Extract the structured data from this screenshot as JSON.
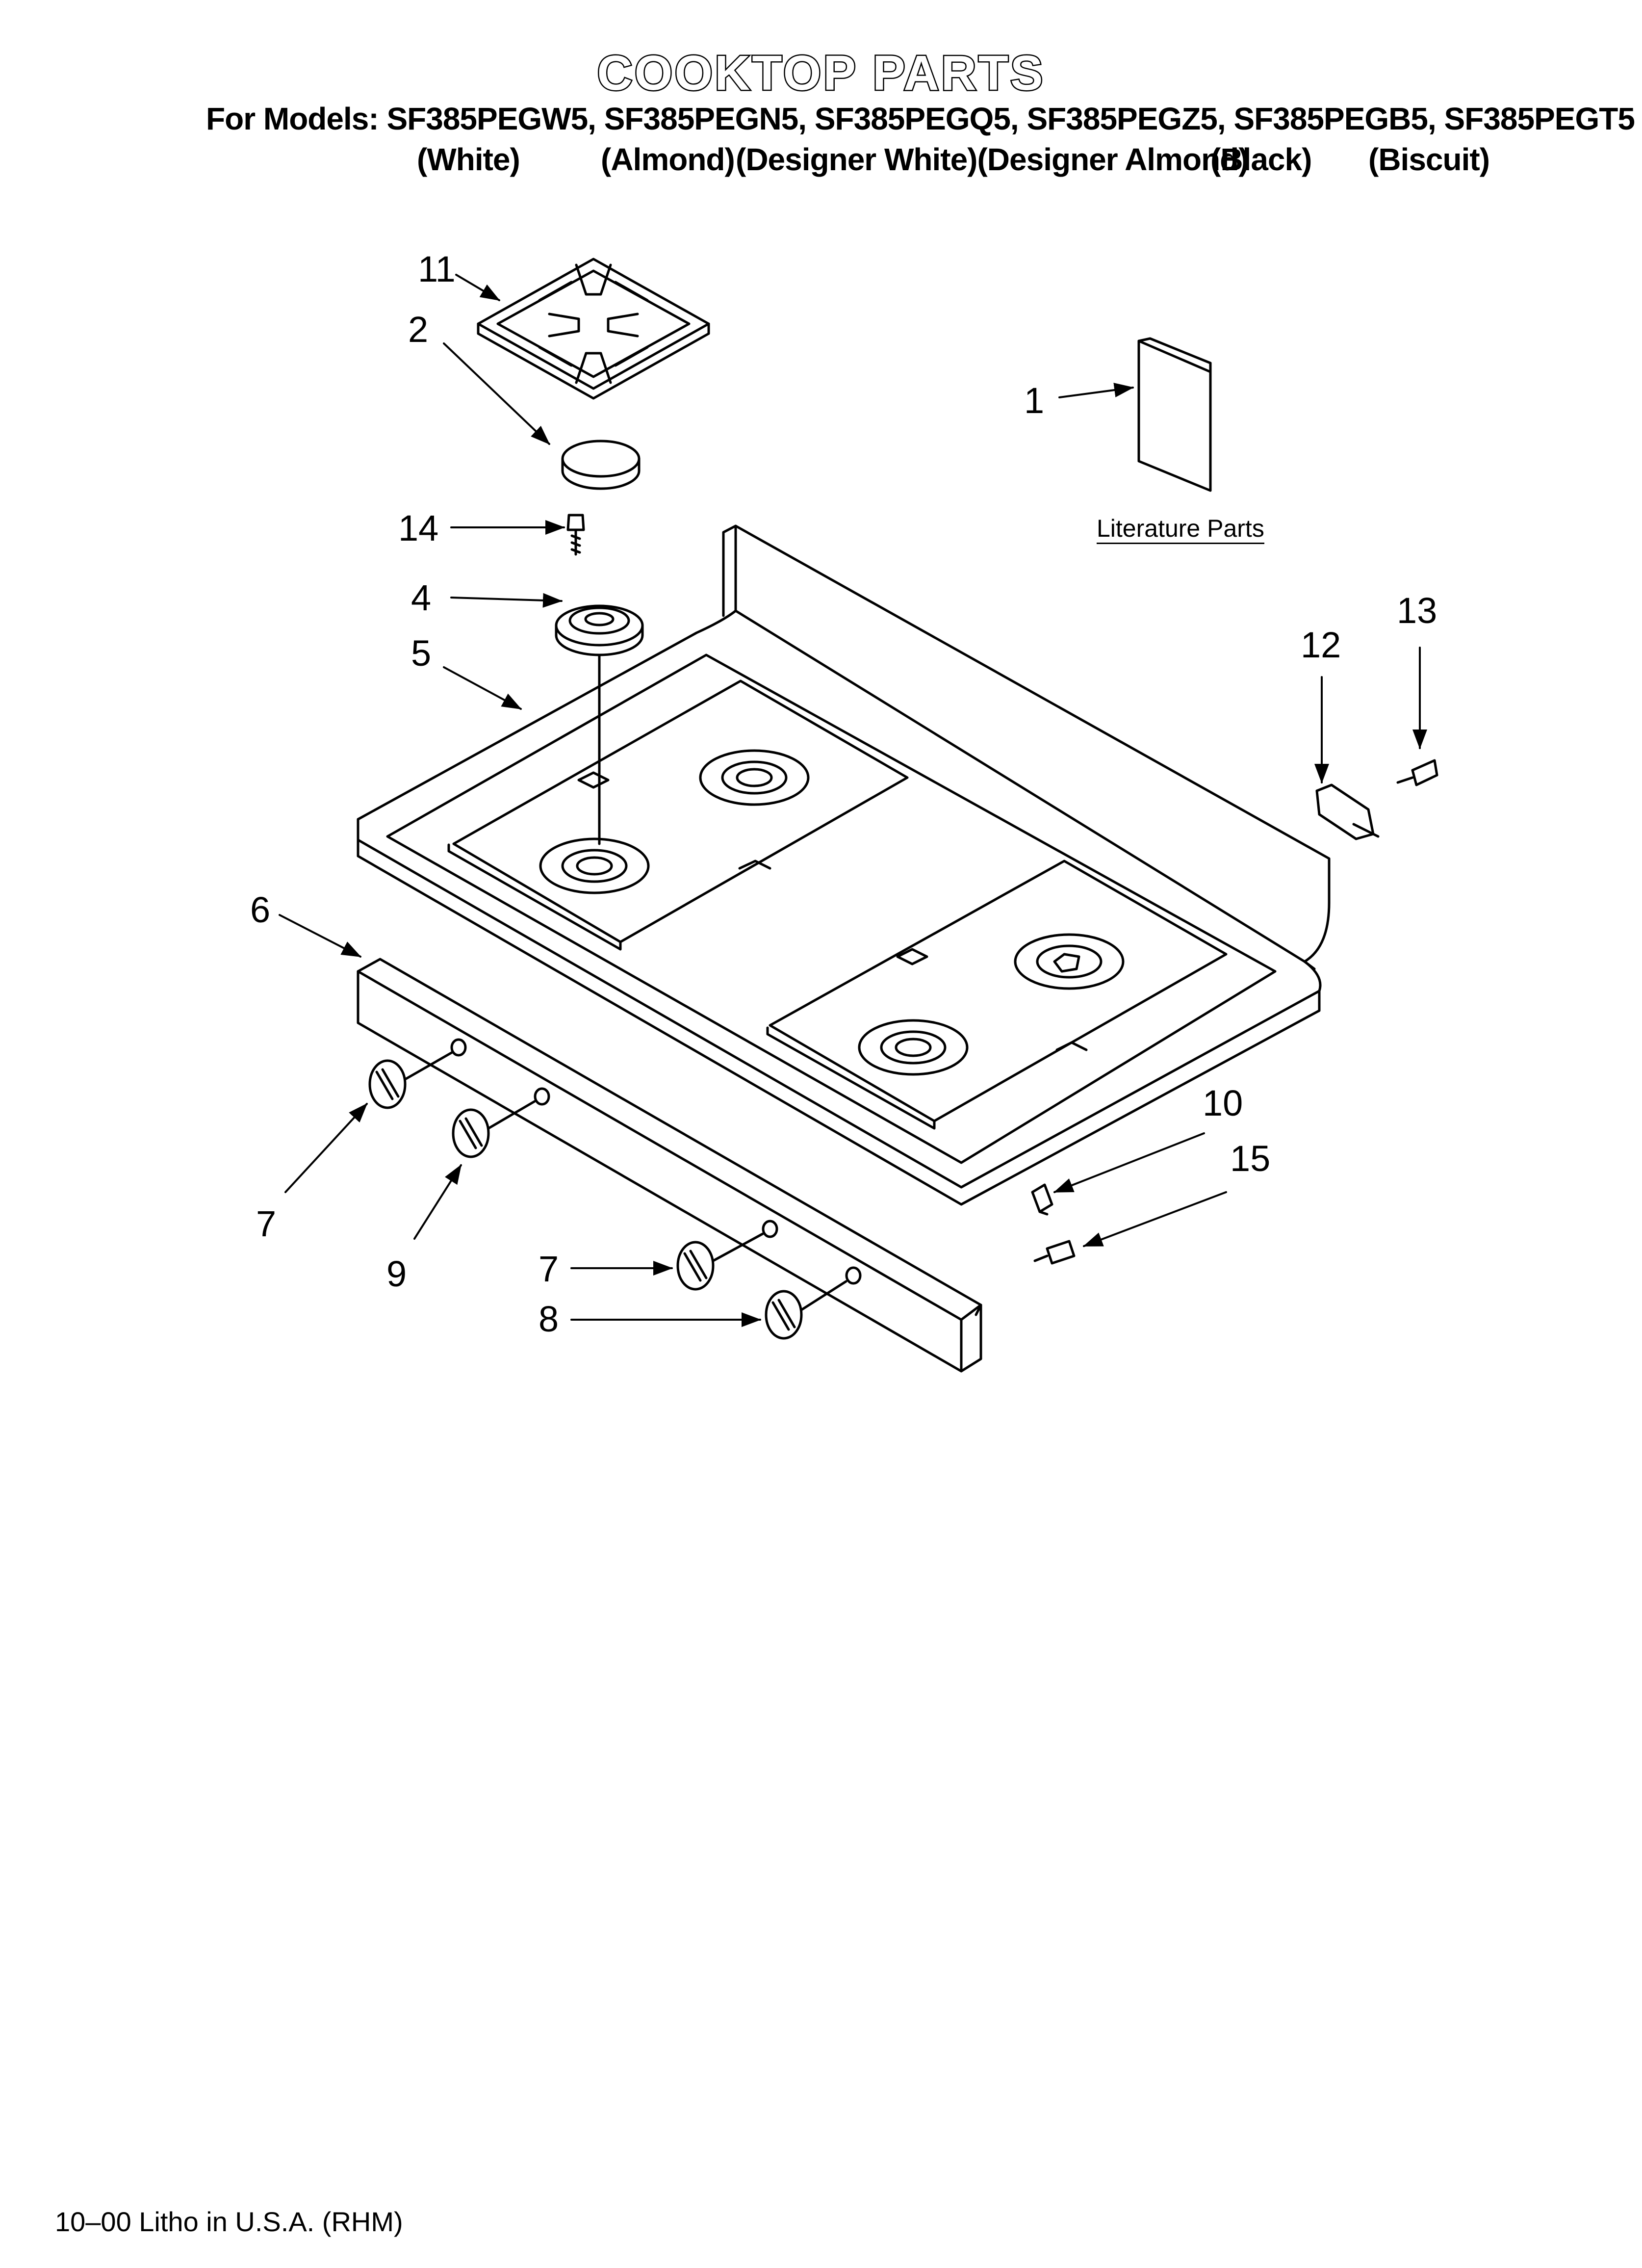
{
  "header": {
    "title": "COOKTOP PARTS",
    "models_line": "For Models: SF385PEGW5, SF385PEGN5, SF385PEGQ5, SF385PEGZ5, SF385PEGB5, SF385PEGT5",
    "colors": [
      "(White)",
      "(Almond)",
      "(Designer White)(Designer Almond)",
      "(Black)",
      "(Biscuit)"
    ]
  },
  "diagram": {
    "literature_label": "Literature Parts",
    "callouts": [
      "11",
      "2",
      "14",
      "4",
      "5",
      "1",
      "13",
      "12",
      "6",
      "7",
      "9",
      "7",
      "8",
      "10",
      "15"
    ]
  },
  "footer": {
    "litho": "10–00 Litho in U.S.A. (RHM)"
  }
}
